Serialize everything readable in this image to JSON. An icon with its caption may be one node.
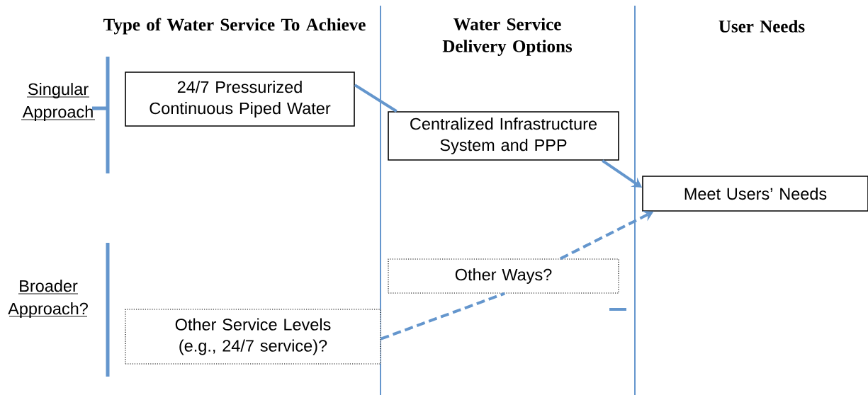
{
  "diagram": {
    "nodes": [
      {
        "text": [
          "24/7 Pressurized Continuous Piped Water"
        ]
      },
      {
        "text": [
          "Centralized Infrastructure System and PPP"
        ]
      },
      {
        "text": [
          "Meet Users’ Needs"
        ]
      },
      {
        "text": [
          "Other Ways?"
        ]
      },
      {
        "text": [
          "Other Service Levels (e.g., 24/7 service)?"
        ]
      }
    ],
    "edges": [
      {
        "from": 0,
        "to": 1,
        "arrow": "none"
      },
      {
        "from": 1,
        "to": 2,
        "arrow": "to"
      },
      {
        "from": 4,
        "to": 3,
        "arrow": "none",
        "style": "dashed"
      },
      {
        "from": 3,
        "to": 2,
        "arrow": "to",
        "style": "dashed"
      }
    ],
    "labels": [
      "Type of Water Service To Achieve",
      "Water Service Delivery Options",
      "User Needs",
      "Singular Approach",
      "Broader Approach?"
    ]
  }
}
